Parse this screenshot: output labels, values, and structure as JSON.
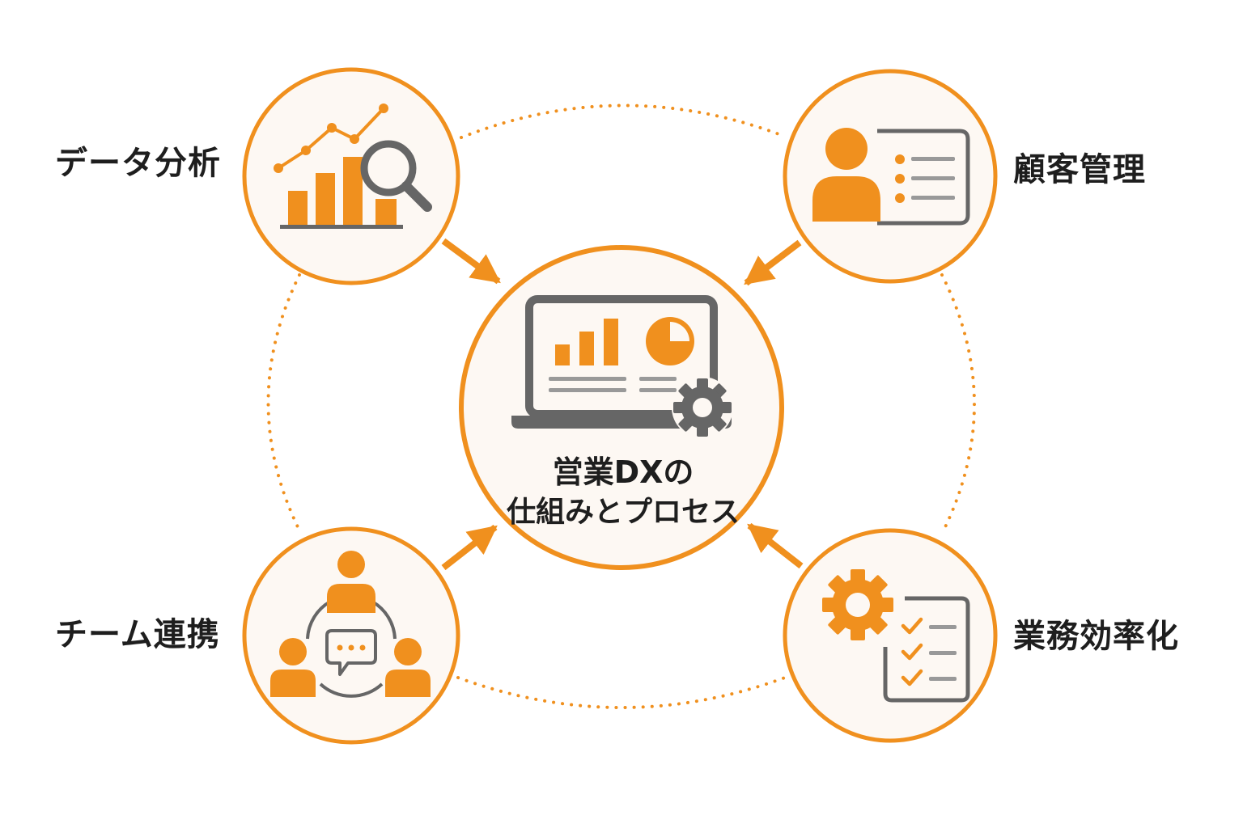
{
  "center": {
    "title_line1": "営業DXの",
    "title_line2": "仕組みとプロセス",
    "icon": "laptop-dashboard-gear-icon"
  },
  "nodes": [
    {
      "id": "data-analysis",
      "label": "データ分析",
      "icon": "bar-chart-magnifier-icon"
    },
    {
      "id": "customer-mgmt",
      "label": "顧客管理",
      "icon": "customer-profile-card-icon"
    },
    {
      "id": "team-collab",
      "label": "チーム連携",
      "icon": "team-chat-icon"
    },
    {
      "id": "efficiency",
      "label": "業務効率化",
      "icon": "gear-checklist-icon"
    }
  ],
  "colors": {
    "accent": "#F0901E",
    "circle_fill": "#FDF8F3",
    "icon_gray": "#666666",
    "text": "#1E1E1E"
  }
}
